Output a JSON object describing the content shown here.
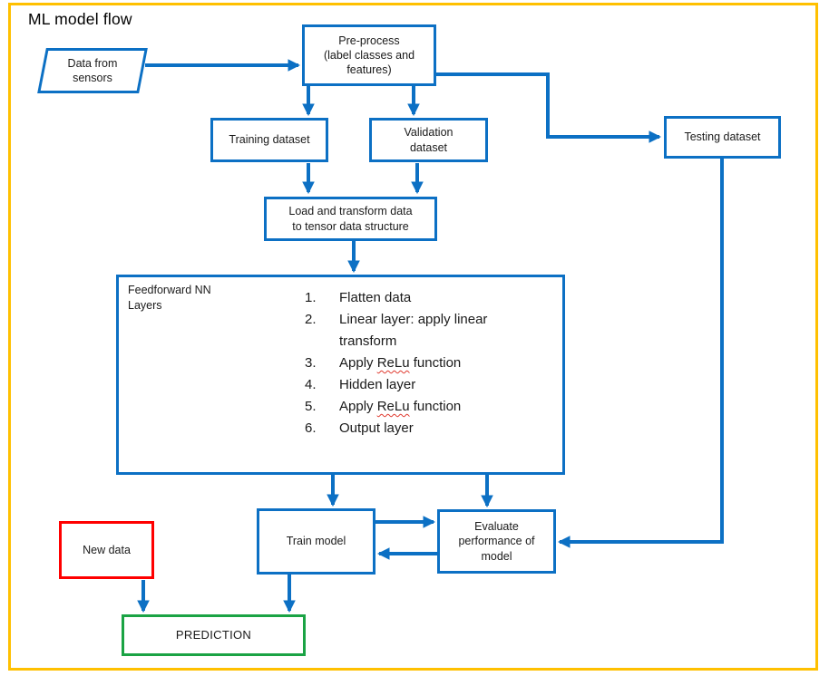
{
  "title": "ML model flow",
  "colors": {
    "accent_blue": "#0C70C4",
    "box_red": "#FF0000",
    "box_green": "#1AA344",
    "frame_yellow": "#FFC000"
  },
  "nodes": {
    "sensors": {
      "label": "Data from\nsensors",
      "shape": "parallelogram"
    },
    "preprocess": {
      "label": "Pre-process\n(label classes and\nfeatures)"
    },
    "training": {
      "label": "Training dataset"
    },
    "validation": {
      "label": "Validation\ndataset"
    },
    "testing": {
      "label": "Testing dataset"
    },
    "load": {
      "label": "Load and transform data\nto tensor data structure"
    },
    "feedforward": {
      "label": "Feedforward NN\nLayers",
      "steps": [
        "Flatten data",
        "Linear layer: apply linear transform",
        "Apply ReLu function",
        "Hidden layer",
        "Apply ReLu function",
        "Output layer"
      ],
      "misspelled_word": "ReLu"
    },
    "train": {
      "label": "Train model"
    },
    "evaluate": {
      "label": "Evaluate\nperformance of\nmodel"
    },
    "newdata": {
      "label": "New data"
    },
    "prediction": {
      "label": "PREDICTION"
    }
  },
  "edges": [
    {
      "from": "sensors",
      "to": "preprocess"
    },
    {
      "from": "preprocess",
      "to": "training"
    },
    {
      "from": "preprocess",
      "to": "validation"
    },
    {
      "from": "preprocess",
      "to": "testing"
    },
    {
      "from": "training",
      "to": "load"
    },
    {
      "from": "validation",
      "to": "load"
    },
    {
      "from": "load",
      "to": "feedforward"
    },
    {
      "from": "feedforward",
      "to": "train"
    },
    {
      "from": "feedforward",
      "to": "evaluate"
    },
    {
      "from": "train",
      "to": "evaluate"
    },
    {
      "from": "evaluate",
      "to": "train"
    },
    {
      "from": "testing",
      "to": "evaluate"
    },
    {
      "from": "train",
      "to": "prediction"
    },
    {
      "from": "newdata",
      "to": "prediction"
    }
  ]
}
